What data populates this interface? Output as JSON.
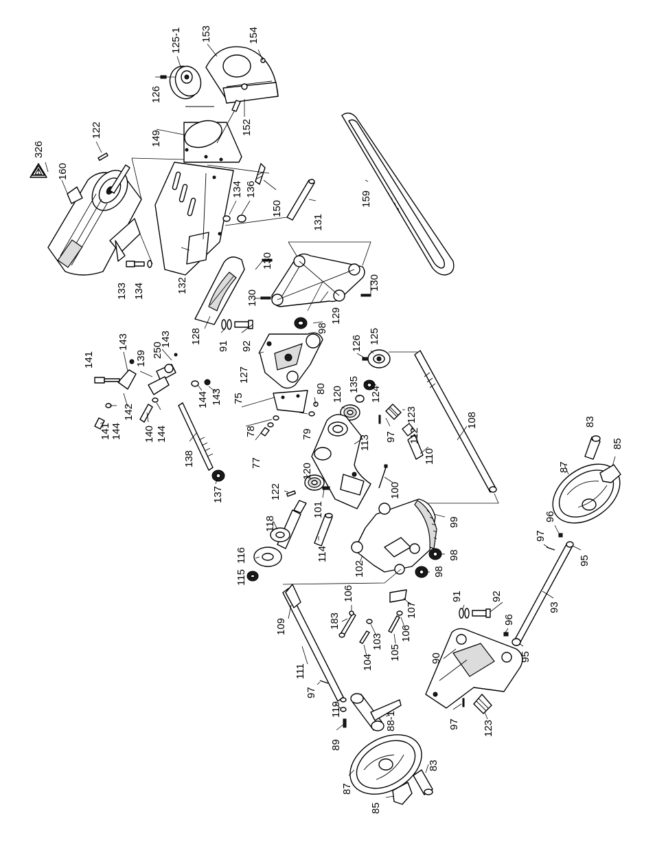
{
  "callouts": [
    {
      "id": "c326",
      "label": "326"
    },
    {
      "id": "c160",
      "label": "160"
    },
    {
      "id": "c122a",
      "label": "122"
    },
    {
      "id": "c149",
      "label": "149"
    },
    {
      "id": "c126a",
      "label": "126"
    },
    {
      "id": "c125-1",
      "label": "125-1"
    },
    {
      "id": "c153",
      "label": "153"
    },
    {
      "id": "c154",
      "label": "154"
    },
    {
      "id": "c152",
      "label": "152"
    },
    {
      "id": "c134a",
      "label": "134"
    },
    {
      "id": "c136",
      "label": "136"
    },
    {
      "id": "c150",
      "label": "150"
    },
    {
      "id": "c131",
      "label": "131"
    },
    {
      "id": "c159",
      "label": "159"
    },
    {
      "id": "c133",
      "label": "133"
    },
    {
      "id": "c134b",
      "label": "134"
    },
    {
      "id": "c132",
      "label": "132"
    },
    {
      "id": "c130a",
      "label": "130"
    },
    {
      "id": "c130b",
      "label": "130"
    },
    {
      "id": "c130c",
      "label": "130"
    },
    {
      "id": "c129",
      "label": "129"
    },
    {
      "id": "c128",
      "label": "128"
    },
    {
      "id": "c98a",
      "label": "98"
    },
    {
      "id": "c91a",
      "label": "91"
    },
    {
      "id": "c92a",
      "label": "92"
    },
    {
      "id": "c127",
      "label": "127"
    },
    {
      "id": "c126b",
      "label": "126"
    },
    {
      "id": "c125",
      "label": "125"
    },
    {
      "id": "c124",
      "label": "124"
    },
    {
      "id": "c135",
      "label": "135"
    },
    {
      "id": "c120a",
      "label": "120"
    },
    {
      "id": "c123a",
      "label": "123"
    },
    {
      "id": "c108",
      "label": "108"
    },
    {
      "id": "c80",
      "label": "80"
    },
    {
      "id": "c75",
      "label": "75"
    },
    {
      "id": "c79",
      "label": "79"
    },
    {
      "id": "c78",
      "label": "78"
    },
    {
      "id": "c77",
      "label": "77"
    },
    {
      "id": "c97a",
      "label": "97"
    },
    {
      "id": "c112",
      "label": "112"
    },
    {
      "id": "c110",
      "label": "110"
    },
    {
      "id": "c113",
      "label": "113"
    },
    {
      "id": "c143a",
      "label": "143"
    },
    {
      "id": "c143b",
      "label": "143"
    },
    {
      "id": "c141a",
      "label": "141"
    },
    {
      "id": "c139",
      "label": "139"
    },
    {
      "id": "c250",
      "label": "250"
    },
    {
      "id": "c142",
      "label": "142"
    },
    {
      "id": "c144a",
      "label": "144"
    },
    {
      "id": "c141b",
      "label": "141"
    },
    {
      "id": "c140",
      "label": "140"
    },
    {
      "id": "c144b",
      "label": "144"
    },
    {
      "id": "c144c",
      "label": "144"
    },
    {
      "id": "c143c",
      "label": "143"
    },
    {
      "id": "c138",
      "label": "138"
    },
    {
      "id": "c137",
      "label": "137"
    },
    {
      "id": "c120b",
      "label": "120"
    },
    {
      "id": "c122b",
      "label": "122"
    },
    {
      "id": "c100",
      "label": "100"
    },
    {
      "id": "c101",
      "label": "101"
    },
    {
      "id": "c118",
      "label": "118"
    },
    {
      "id": "c99",
      "label": "99"
    },
    {
      "id": "c98b",
      "label": "98"
    },
    {
      "id": "c98c",
      "label": "98"
    },
    {
      "id": "c116",
      "label": "116"
    },
    {
      "id": "c115",
      "label": "115"
    },
    {
      "id": "c114",
      "label": "114"
    },
    {
      "id": "c102",
      "label": "102"
    },
    {
      "id": "c83a",
      "label": "83"
    },
    {
      "id": "c85a",
      "label": "85"
    },
    {
      "id": "c87a",
      "label": "87"
    },
    {
      "id": "c96a",
      "label": "96"
    },
    {
      "id": "c97b",
      "label": "97"
    },
    {
      "id": "c95a",
      "label": "95"
    },
    {
      "id": "c106a",
      "label": "106"
    },
    {
      "id": "c183",
      "label": "183"
    },
    {
      "id": "c107",
      "label": "107"
    },
    {
      "id": "c109",
      "label": "109"
    },
    {
      "id": "c91b",
      "label": "91"
    },
    {
      "id": "c92b",
      "label": "92"
    },
    {
      "id": "c93",
      "label": "93"
    },
    {
      "id": "c96b",
      "label": "96"
    },
    {
      "id": "c95b",
      "label": "95"
    },
    {
      "id": "c103",
      "label": "103"
    },
    {
      "id": "c106b",
      "label": "106"
    },
    {
      "id": "c105",
      "label": "105"
    },
    {
      "id": "c104",
      "label": "104"
    },
    {
      "id": "c111",
      "label": "111"
    },
    {
      "id": "c90",
      "label": "90"
    },
    {
      "id": "c97c",
      "label": "97"
    },
    {
      "id": "c119",
      "label": "119"
    },
    {
      "id": "c88-1",
      "label": "88-1"
    },
    {
      "id": "c97d",
      "label": "97"
    },
    {
      "id": "c89",
      "label": "89"
    },
    {
      "id": "c123b",
      "label": "123"
    },
    {
      "id": "c87b",
      "label": "87"
    },
    {
      "id": "c83b",
      "label": "83"
    },
    {
      "id": "c85b",
      "label": "85"
    }
  ],
  "warning_symbol": {
    "icon": "warning-triangle-icon",
    "mark": "⚠"
  }
}
